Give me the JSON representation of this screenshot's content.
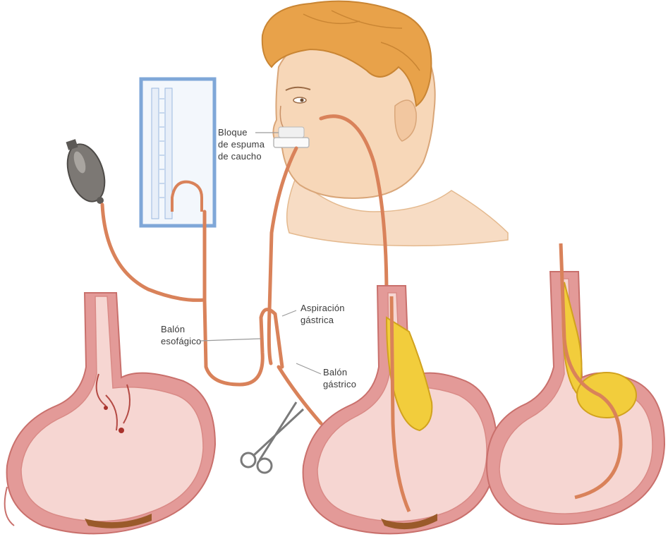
{
  "labels": {
    "foam_block": [
      "Bloque",
      "de espuma",
      "de caucho"
    ],
    "gastric_aspiration": [
      "Aspiración",
      "gástrica"
    ],
    "esophageal_balloon": [
      "Balón",
      "esofágico"
    ],
    "gastric_balloon": [
      "Balón",
      "gástrico"
    ]
  },
  "icons": {
    "bulb": "inflation-bulb-icon",
    "manometer": "manometer-icon",
    "scissors": "scissors-icon"
  },
  "colors": {
    "tube": "#d9825a",
    "stomach_outer": "#e39a98",
    "stomach_inner": "#f6d6d2",
    "balloon": "#f2cd3c",
    "skin": "#f7d7b8",
    "hair": "#e8a24a",
    "manometer_frame": "#7fa7d8"
  }
}
